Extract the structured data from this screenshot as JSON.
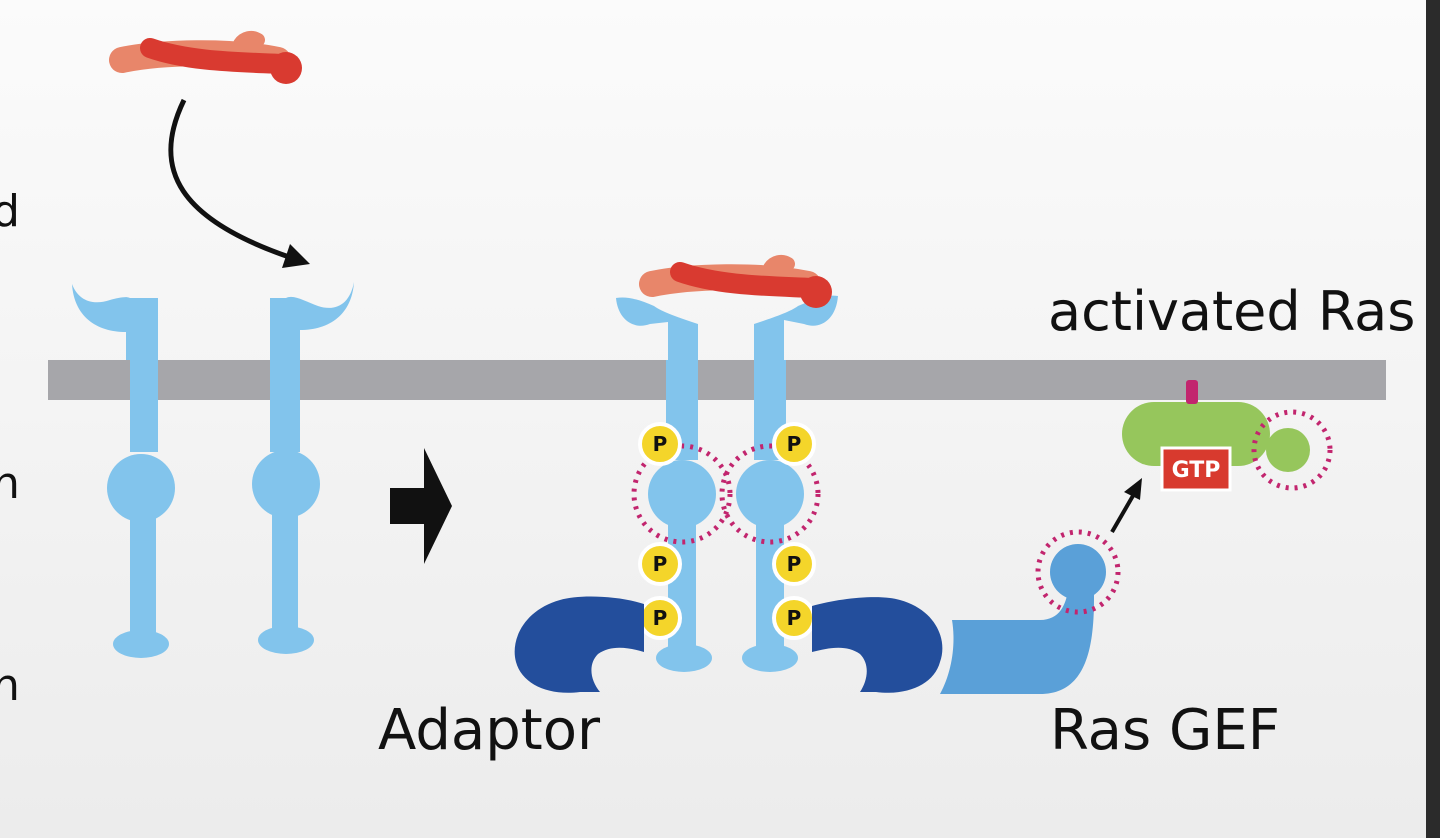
{
  "labels": {
    "adaptor": "Adaptor",
    "ras_gef": "Ras GEF",
    "activated_ras": "activated Ras",
    "phospho": "P",
    "gtp": "GTP"
  },
  "edge_text": [
    "d",
    "n",
    "n"
  ],
  "colors": {
    "receptor": "#82c4ec",
    "membrane": "#a6a6aa",
    "ligand_light": "#e8866a",
    "ligand_dark": "#d93a30",
    "adaptor": "#234e9c",
    "ras_gef": "#5aa0d8",
    "ras": "#96c65c",
    "gtp_box": "#d83a2e",
    "phospho": "#f4d52a",
    "activation_marks": "#c2256e",
    "arrow": "#111111"
  }
}
